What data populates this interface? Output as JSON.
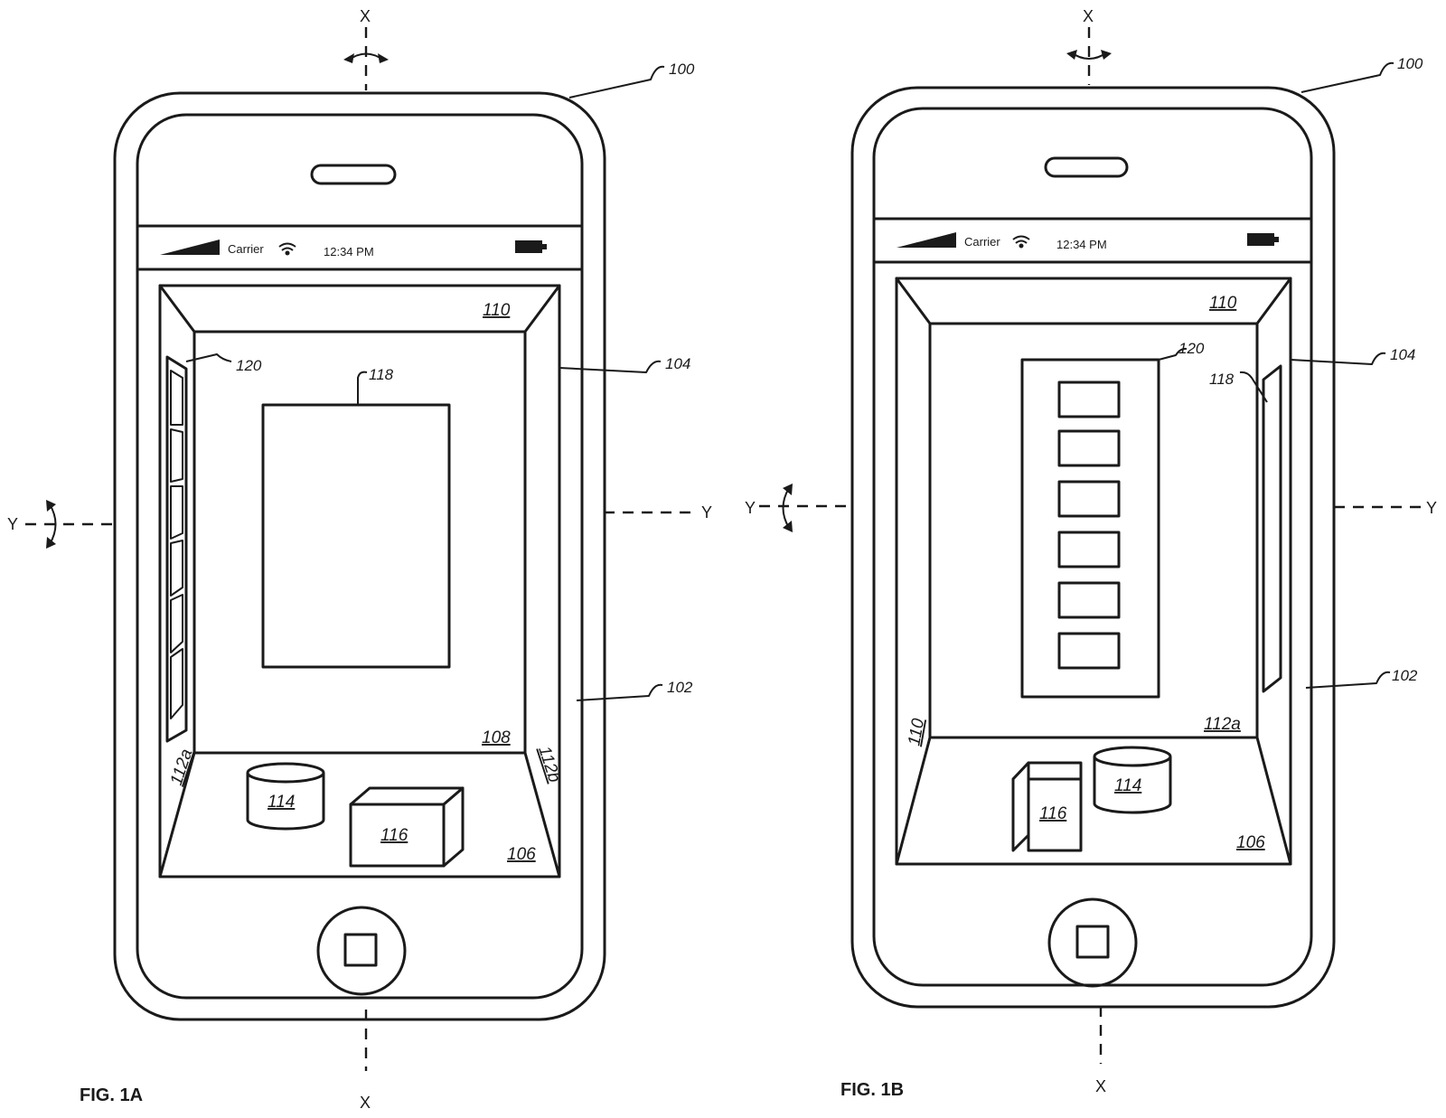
{
  "figures": [
    {
      "caption": "FIG. 1A",
      "status": {
        "carrier": "Carrier",
        "time": "12:34 PM"
      },
      "axes": {
        "x_top": "X",
        "x_bottom": "X",
        "y_left": "Y",
        "y_right": "Y"
      },
      "refs": {
        "device": "100",
        "display": "102",
        "view": "104",
        "floor": "106",
        "back_wall": "108",
        "ceiling": "110",
        "left_wall": "112a",
        "right_wall": "112b",
        "cylinder": "114",
        "box": "116",
        "panel": "118",
        "icon_strip": "120"
      }
    },
    {
      "caption": "FIG. 1B",
      "status": {
        "carrier": "Carrier",
        "time": "12:34 PM"
      },
      "axes": {
        "x_top": "X",
        "x_bottom": "X",
        "y_left": "Y",
        "y_right": "Y"
      },
      "refs": {
        "device": "100",
        "display": "102",
        "view": "104",
        "floor": "106",
        "ceiling": "110",
        "left_wall": "110",
        "right_wall": "112a",
        "cylinder": "114",
        "box": "116",
        "panel": "118",
        "icon_strip": "120"
      }
    }
  ]
}
